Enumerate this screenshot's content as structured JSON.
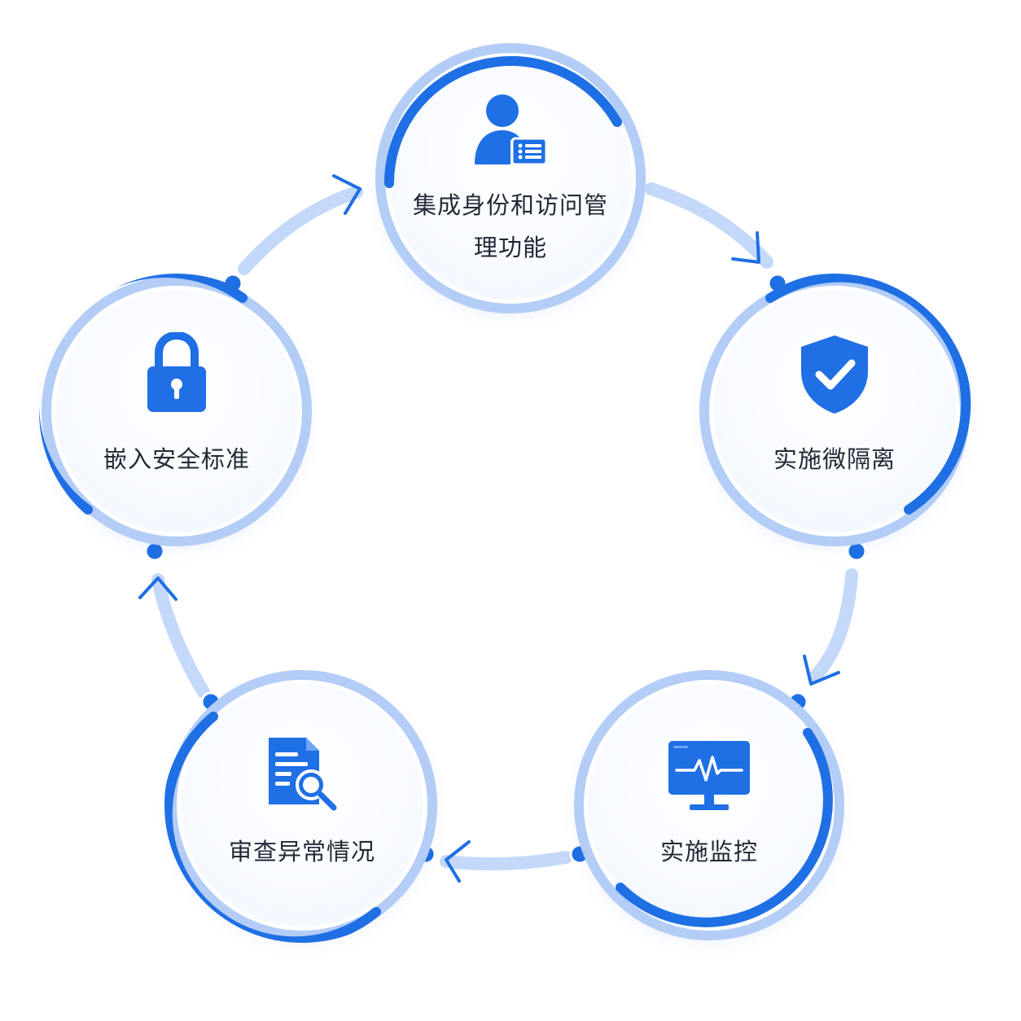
{
  "nodes": [
    {
      "id": "identity",
      "label": "集成身份和访问管理功能",
      "icon": "user-id-card-icon"
    },
    {
      "id": "microseg",
      "label": "实施微隔离",
      "icon": "shield-check-icon"
    },
    {
      "id": "monitor",
      "label": "实施监控",
      "icon": "monitor-pulse-icon"
    },
    {
      "id": "audit",
      "label": "审查异常情况",
      "icon": "document-search-icon"
    },
    {
      "id": "standards",
      "label": "嵌入安全标准",
      "icon": "padlock-icon"
    }
  ],
  "colors": {
    "accent": "#1f6fe5",
    "accent_light": "#aac8f6",
    "label": "#222a36"
  }
}
